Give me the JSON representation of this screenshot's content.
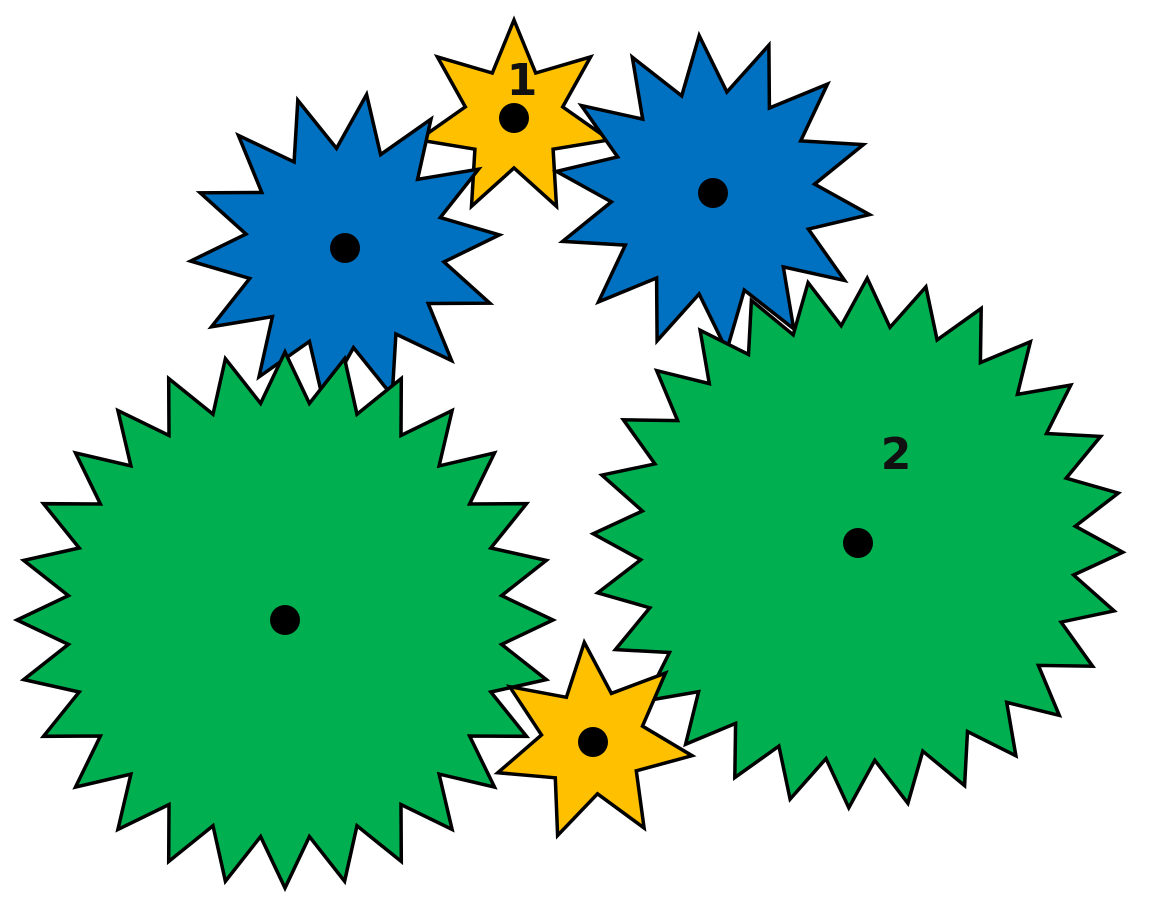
{
  "colors": {
    "yellow": "#ffc000",
    "blue": "#0070c0",
    "green": "#00b050",
    "outline": "#000000",
    "axle": "#000000"
  },
  "gears": [
    {
      "id": "gear-1",
      "color": "yellow",
      "teeth": 7,
      "label": "1"
    },
    {
      "id": "gear-blue-left",
      "color": "blue",
      "teeth": 14,
      "label": ""
    },
    {
      "id": "gear-blue-right",
      "color": "blue",
      "teeth": 14,
      "label": ""
    },
    {
      "id": "gear-green-left",
      "color": "green",
      "teeth": 28,
      "label": ""
    },
    {
      "id": "gear-2",
      "color": "green",
      "teeth": 28,
      "label": "2"
    },
    {
      "id": "gear-yellow-bottom",
      "color": "yellow",
      "teeth": 7,
      "label": ""
    }
  ]
}
